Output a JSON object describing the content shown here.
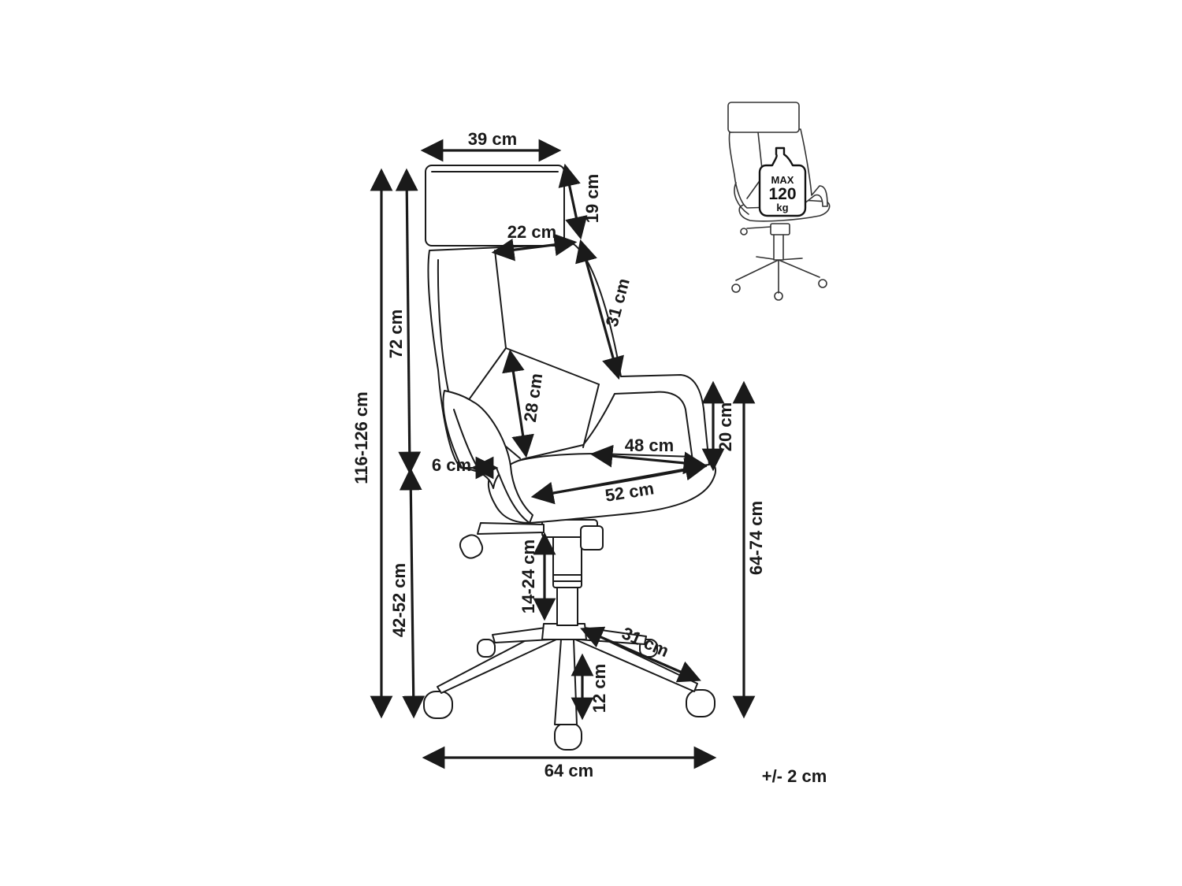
{
  "dimensions": {
    "headrest_width": "39 cm",
    "headrest_height": "19 cm",
    "back_upper_width": "22 cm",
    "back_side_length": "31 cm",
    "back_height": "72 cm",
    "lumbar_height": "28 cm",
    "total_height": "116-126 cm",
    "armrest_height": "20 cm",
    "seat_depth": "48 cm",
    "armrest_width": "6 cm",
    "seat_width": "52 cm",
    "seat_height": "42-52 cm",
    "arm_floor_height": "64-74 cm",
    "gas_lift": "14-24 cm",
    "leg_length": "31 cm",
    "base_height": "12 cm",
    "base_width": "64 cm"
  },
  "tolerance": "+/- 2 cm",
  "badge": {
    "line1": "MAX",
    "line2": "120",
    "line3": "kg"
  }
}
